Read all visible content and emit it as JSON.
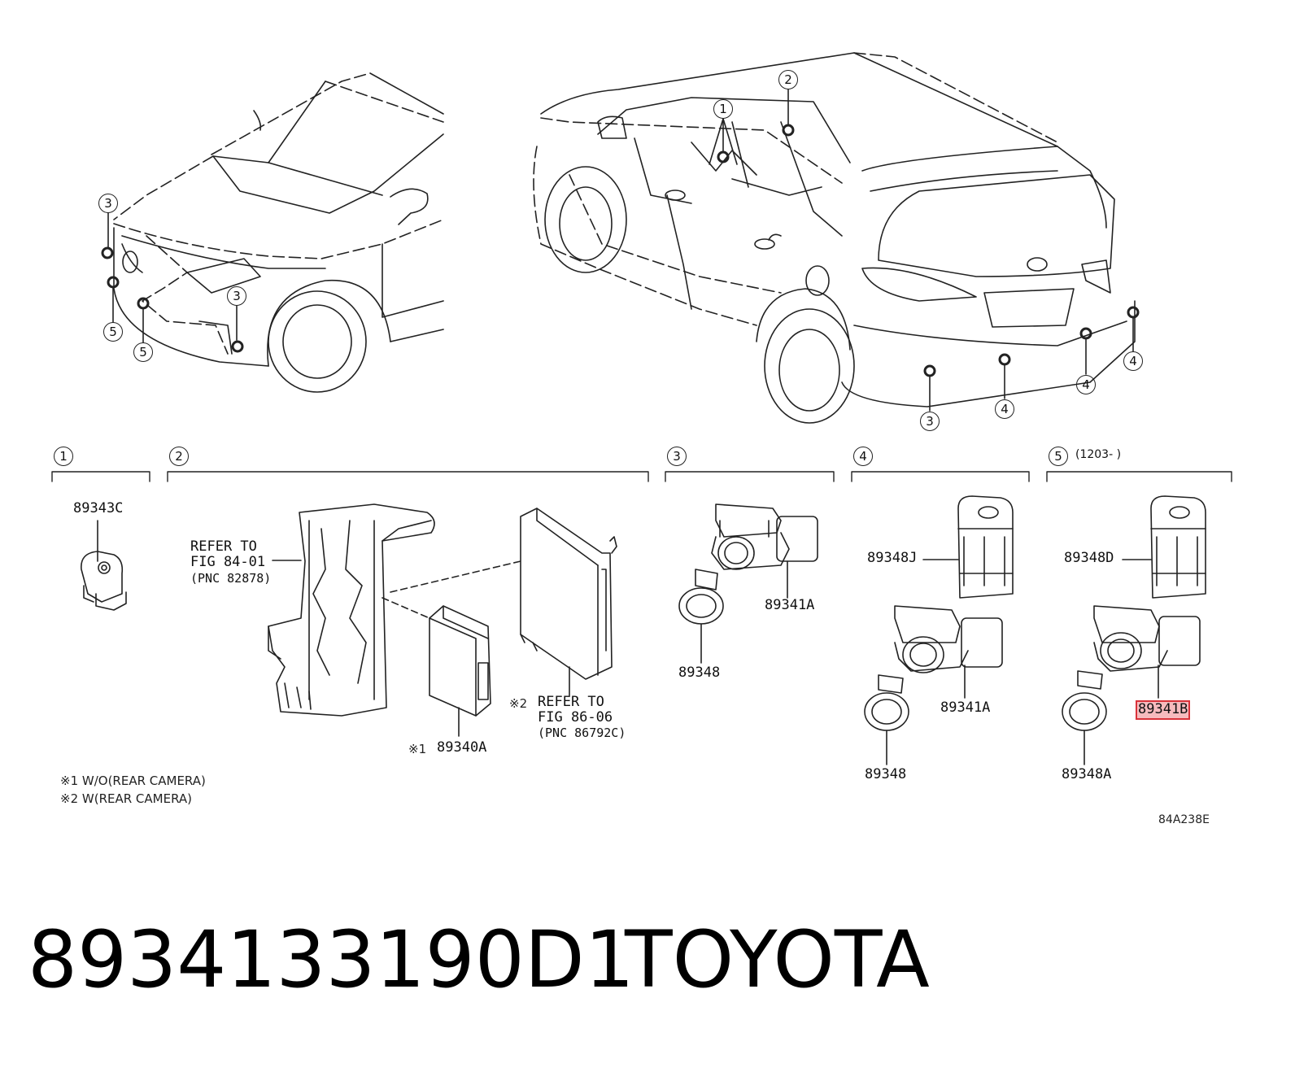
{
  "title": {
    "part_number": "8934133190D1",
    "brand": "TOYOTA"
  },
  "callouts": {
    "front_car": [
      "3",
      "5",
      "5",
      "3"
    ],
    "rear_car": [
      "1",
      "2",
      "3",
      "4",
      "4",
      "4"
    ]
  },
  "sections": [
    {
      "num": "1",
      "range": ""
    },
    {
      "num": "2",
      "range": ""
    },
    {
      "num": "3",
      "range": ""
    },
    {
      "num": "4",
      "range": ""
    },
    {
      "num": "5",
      "range": "(1203-      )"
    }
  ],
  "parts": {
    "s1": "89343C",
    "s2_refer_1": "REFER TO",
    "s2_refer_2": "FIG 84-01",
    "s2_refer_3": "(PNC 82878)",
    "s2_module_mark": "※1",
    "s2_module": "89340A",
    "s2_refer2_mark": "※2",
    "s2_refer2_1": "REFER TO",
    "s2_refer2_2": "FIG 86-06",
    "s2_refer2_3": "(PNC 86792C)",
    "s3_sensor": "89341A",
    "s3_ring": "89348",
    "s4_bracket": "89348J",
    "s4_sensor": "89341A",
    "s4_ring": "89348",
    "s5_bracket": "89348D",
    "s5_sensor": "89341B",
    "s5_ring": "89348A"
  },
  "notes": {
    "n1": "※1 W/O(REAR CAMERA)",
    "n2": "※2 W(REAR CAMERA)"
  },
  "diagram_code": "84A238E",
  "colors": {
    "highlight": "#d9323a",
    "line": "#222222"
  }
}
